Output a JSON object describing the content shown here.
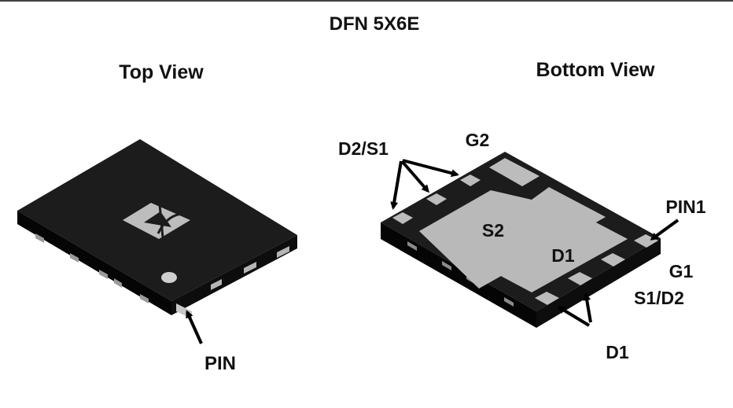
{
  "title": "DFN 5X6E",
  "top_view": {
    "heading": "Top View",
    "pin_label": "PIN"
  },
  "bottom_view": {
    "heading": "Bottom View",
    "labels": {
      "d2s1": "D2/S1",
      "g2": "G2",
      "s2": "S2",
      "pin1": "PIN1",
      "d1_pad": "D1",
      "g1": "G1",
      "s1d2": "S1/D2",
      "d1_bottom": "D1"
    }
  },
  "colors": {
    "package_top": "#1b1b1b",
    "package_side": "#0a0a0a",
    "pad": "#b9b9b9",
    "logo": "#bfbfbf",
    "text": "#111111"
  }
}
